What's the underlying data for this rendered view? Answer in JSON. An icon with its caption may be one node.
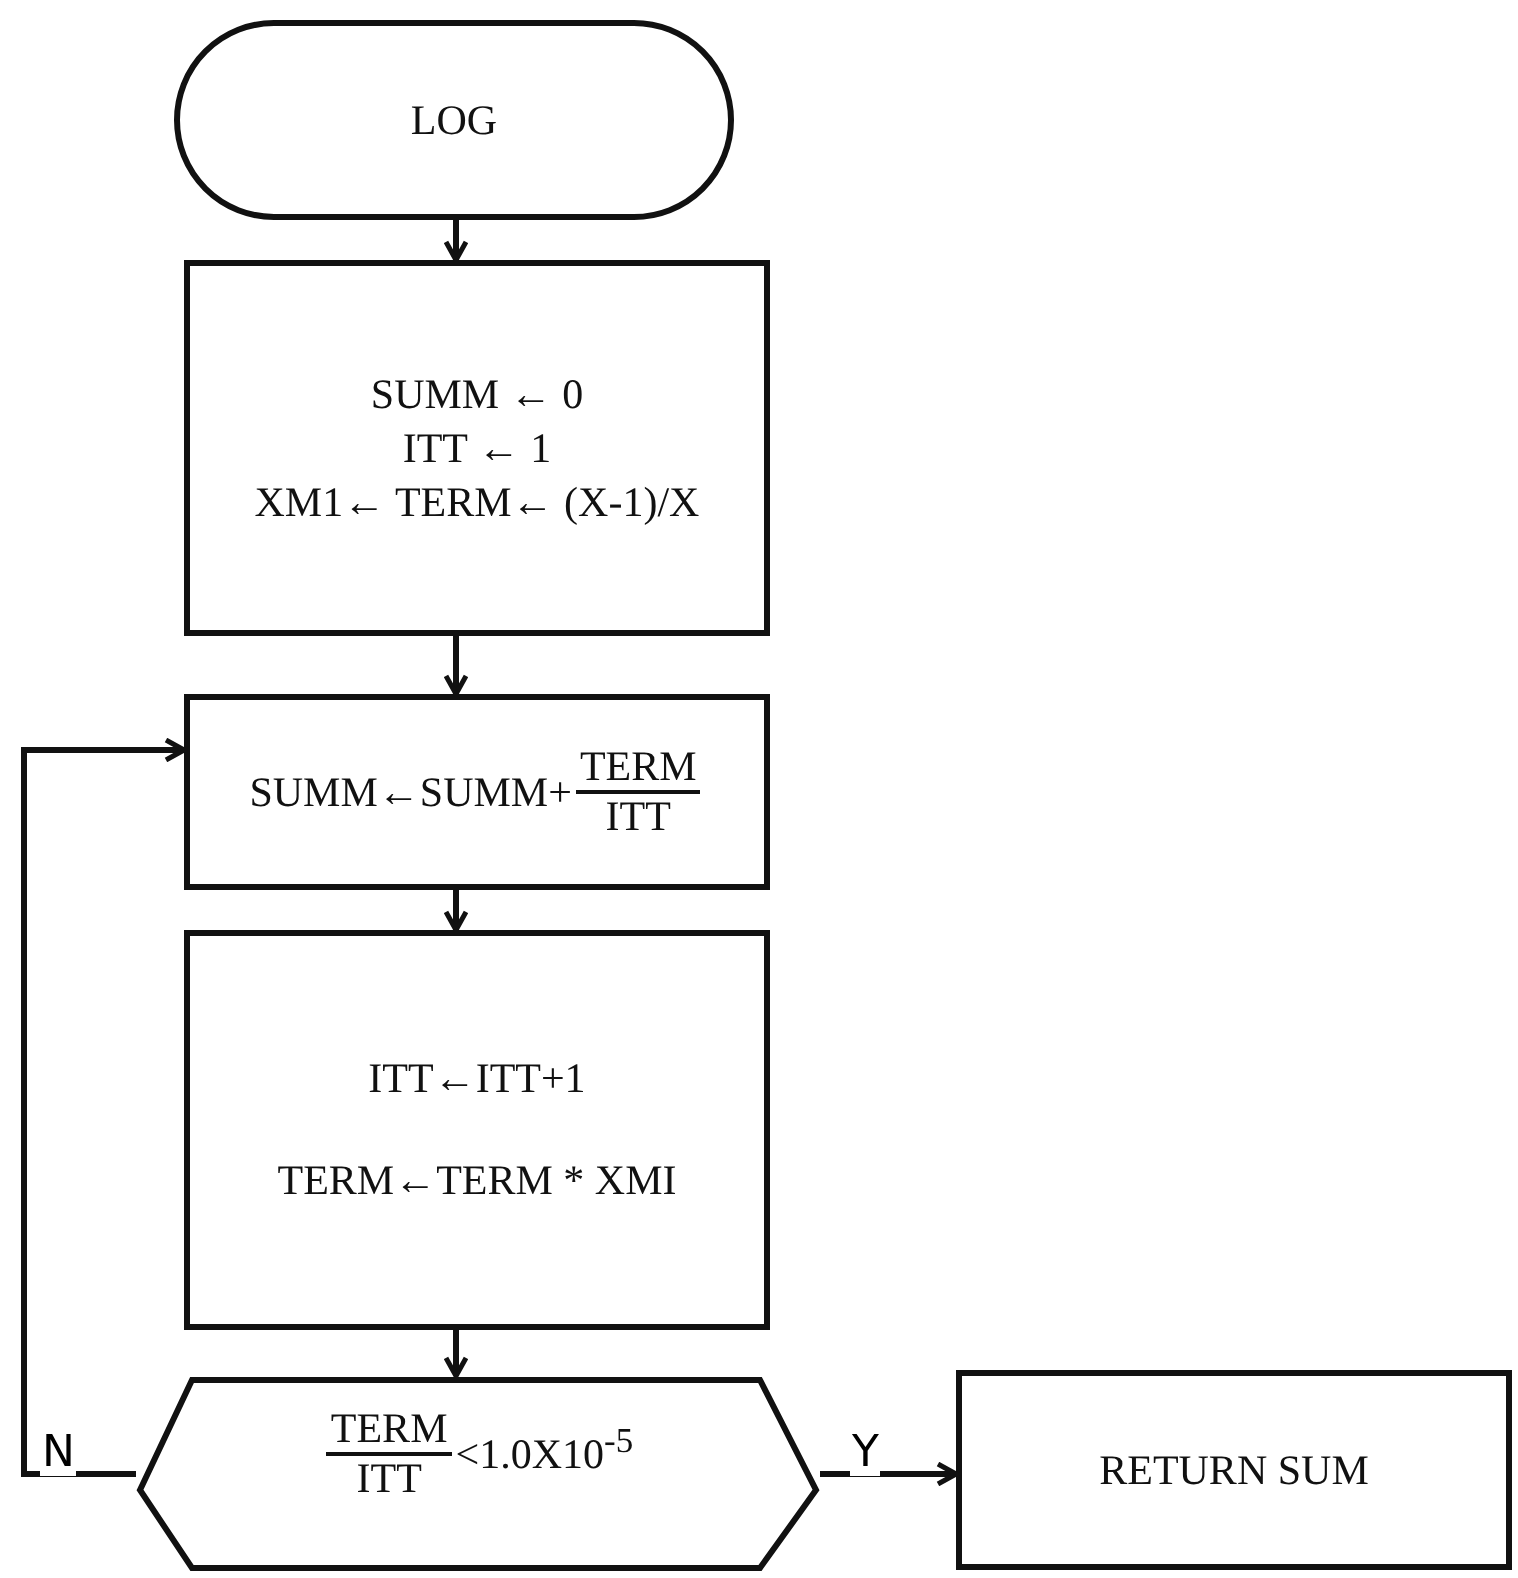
{
  "diagram": {
    "nodes": [
      {
        "text": [
          "LOG"
        ]
      },
      {
        "text": [
          "SUMM ← 0",
          "ITT ← 1",
          "XM1← TERM← (X-1)/X"
        ]
      },
      {
        "text": [
          "SUMM←SUMM+",
          "TERM",
          "ITT"
        ]
      },
      {
        "text": [
          "ITT←ITT+1",
          "TERM←TERM * XMI"
        ]
      },
      {
        "text": [
          "TERM",
          "ITT",
          "<1.0X10$^{-5}$"
        ]
      },
      {
        "text": [
          "RETURN SUM"
        ]
      }
    ],
    "edges": [
      {
        "from": 0,
        "to": 1,
        "arrow": "to"
      },
      {
        "from": 1,
        "to": 2,
        "arrow": "to"
      },
      {
        "from": 2,
        "to": 3,
        "arrow": "to"
      },
      {
        "from": 3,
        "to": 4,
        "arrow": "to"
      },
      {
        "from": 4,
        "to": 5,
        "arrow": "to",
        "label": "Y"
      },
      {
        "from": 4,
        "to": 2,
        "arrow": "to",
        "label": "N"
      }
    ]
  }
}
